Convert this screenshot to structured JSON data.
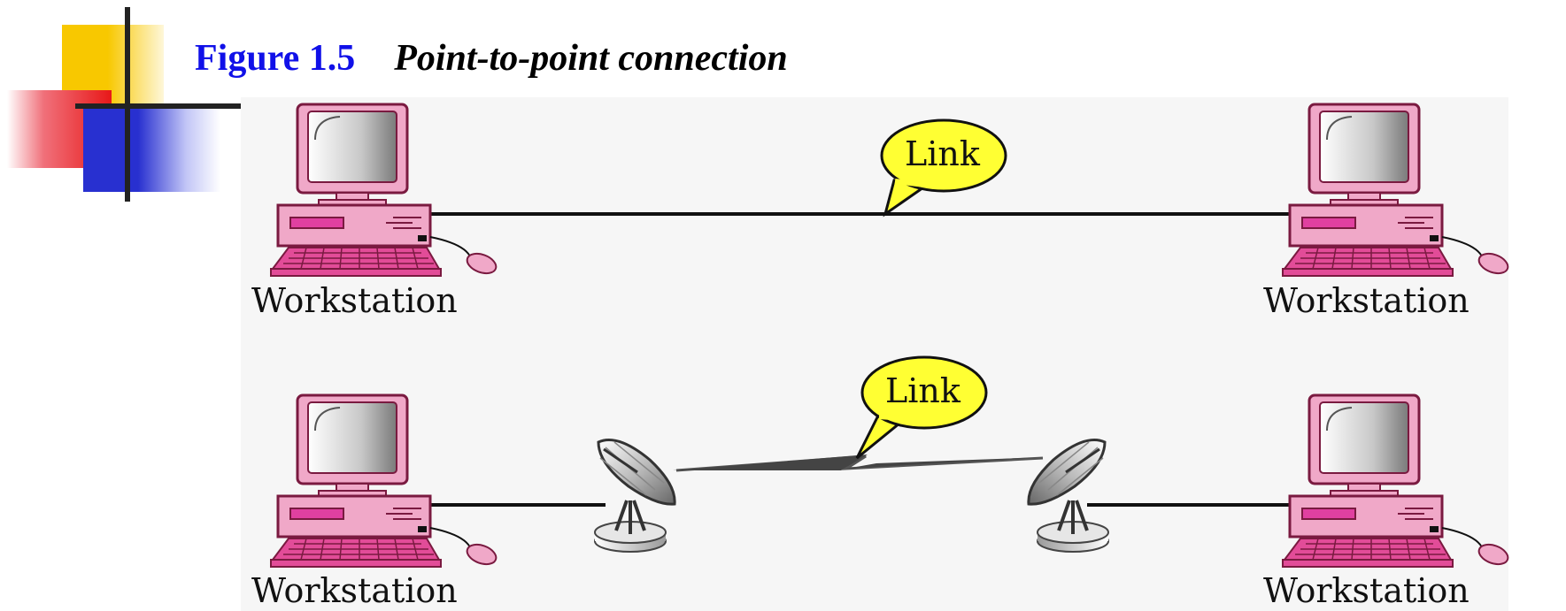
{
  "figure": {
    "number": "Figure 1.5",
    "caption": "Point-to-point connection"
  },
  "top_row": {
    "left_station": "Workstation",
    "right_station": "Workstation",
    "link_label": "Link"
  },
  "bottom_row": {
    "left_station": "Workstation",
    "right_station": "Workstation",
    "link_label": "Link"
  },
  "colors": {
    "title_blue": "#1010e8",
    "computer_pink": "#f0a8c8",
    "computer_outline": "#c0306a",
    "callout_yellow": "#ffff33",
    "deco_yellow": "#f8c800",
    "deco_red": "#e81818",
    "deco_blue": "#2830d0"
  }
}
